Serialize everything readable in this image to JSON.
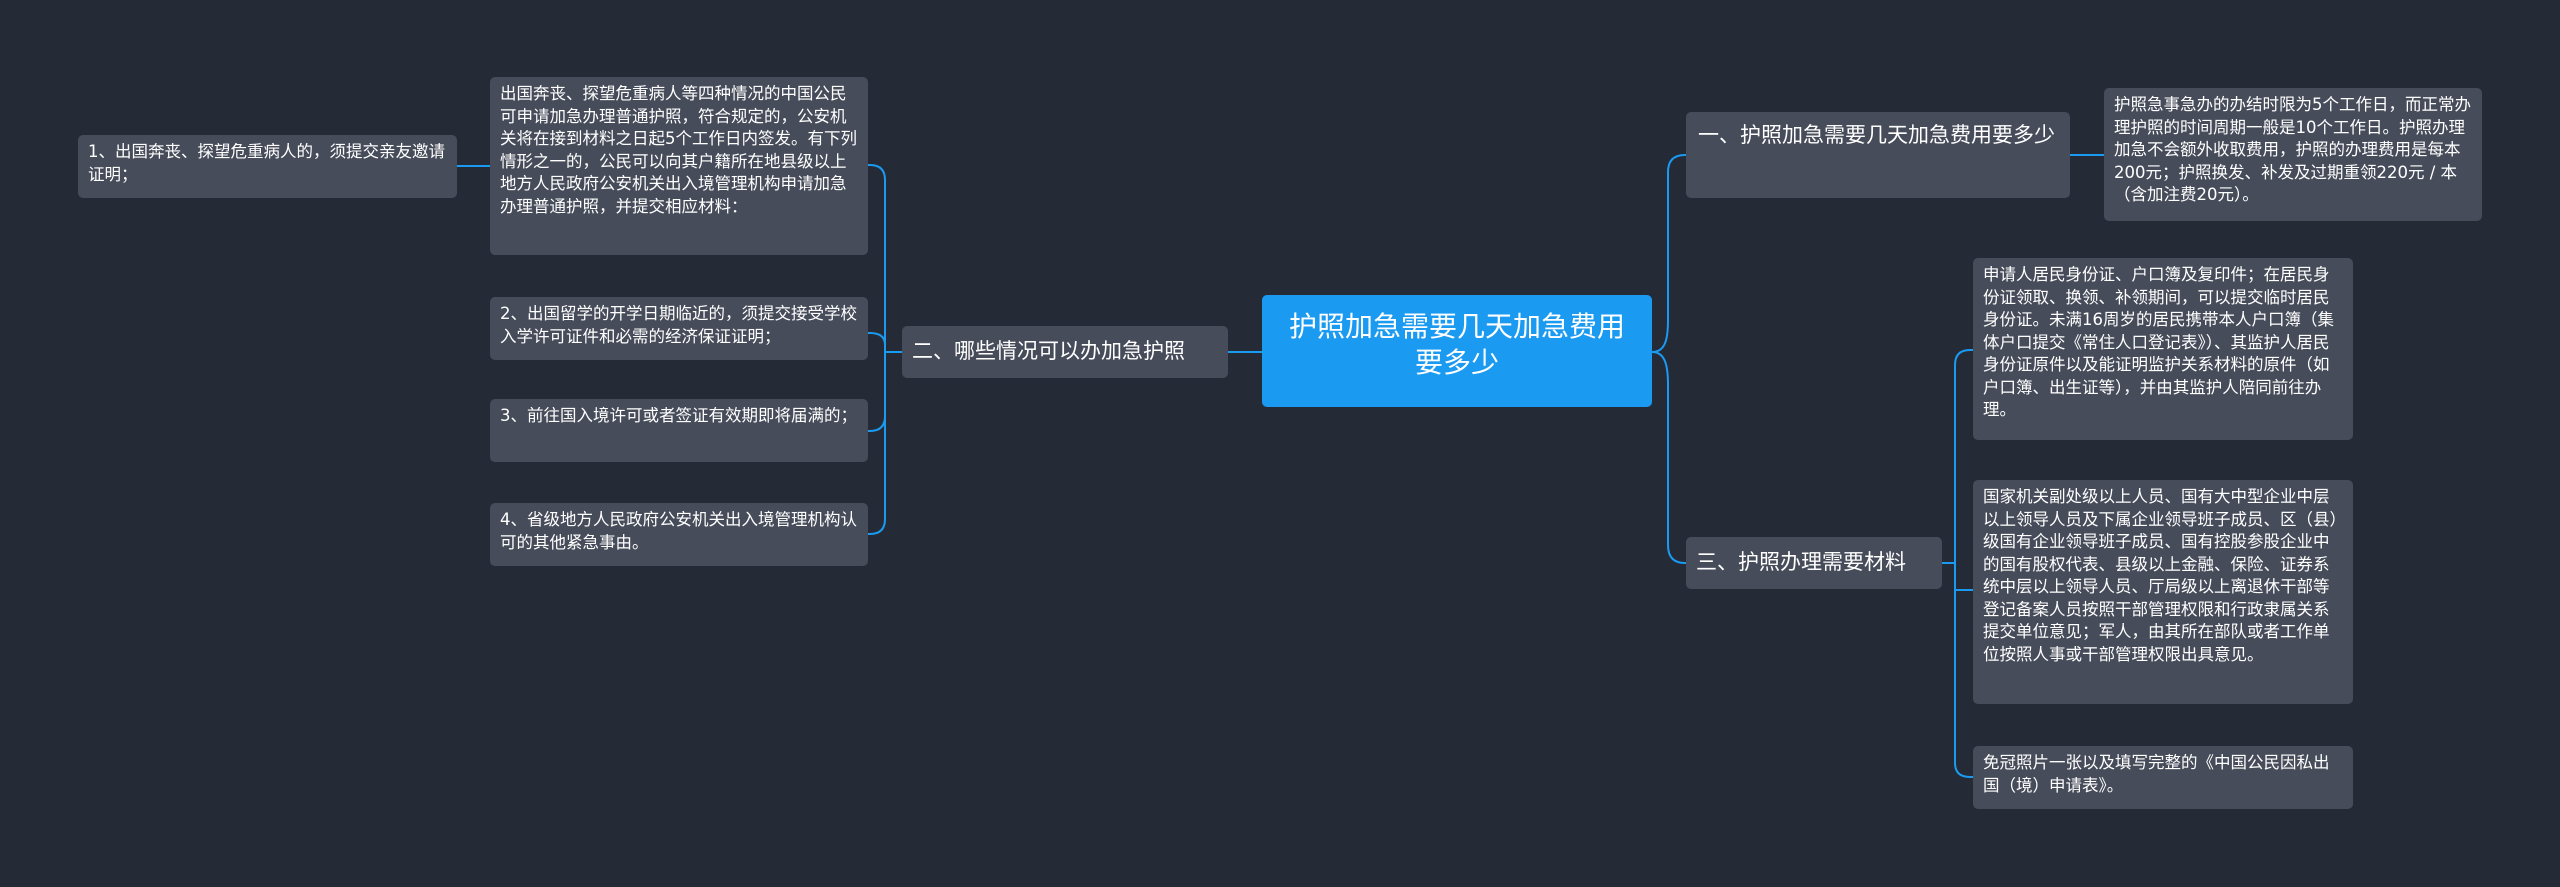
{
  "root": {
    "title": "护照加急需要几天加急费用要多少"
  },
  "left": {
    "branch2": {
      "label": "二、哪些情况可以办加急护照",
      "intro": "出国奔丧、探望危重病人等四种情况的中国公民可申请加急办理普通护照，符合规定的，公安机关将在接到材料之日起5个工作日内签发。有下列情形之一的，公民可以向其户籍所在地县级以上地方人民政府公安机关出入境管理机构申请加急办理普通护照，并提交相应材料：",
      "item1": "1、出国奔丧、探望危重病人的，须提交亲友邀请证明；",
      "item2": "2、出国留学的开学日期临近的，须提交接受学校入学许可证件和必需的经济保证证明；",
      "item3": "3、前往国入境许可或者签证有效期即将届满的；",
      "item4": "4、省级地方人民政府公安机关出入境管理机构认可的其他紧急事由。"
    }
  },
  "right": {
    "branch1": {
      "label": "一、护照加急需要几天加急费用要多少",
      "detail": "护照急事急办的办结时限为5个工作日，而正常办理护照的时间周期一般是10个工作日。护照办理加急不会额外收取费用，护照的办理费用是每本200元；护照换发、补发及过期重领220元 / 本（含加注费20元）。"
    },
    "branch3": {
      "label": "三、护照办理需要材料",
      "item1": "申请人居民身份证、户口簿及复印件；在居民身份证领取、换领、补领期间，可以提交临时居民身份证。未满16周岁的居民携带本人户口簿（集体户口提交《常住人口登记表》）、其监护人居民身份证原件以及能证明监护关系材料的原件（如户口簿、出生证等），并由其监护人陪同前往办理。",
      "item2": "国家机关副处级以上人员、国有大中型企业中层以上领导人员及下属企业领导班子成员、区（县）级国有企业领导班子成员、国有控股参股企业中的国有股权代表、县级以上金融、保险、证券系统中层以上领导人员、厅局级以上离退休干部等登记备案人员按照干部管理权限和行政隶属关系提交单位意见；军人，由其所在部队或者工作单位按照人事或干部管理权限出具意见。",
      "item3": "免冠照片一张以及填写完整的《中国公民因私出国（境）申请表》。"
    }
  },
  "colors": {
    "background": "#252a37",
    "root": "#1b9af1",
    "node": "#464c5a",
    "connector": "#1b9af1"
  }
}
